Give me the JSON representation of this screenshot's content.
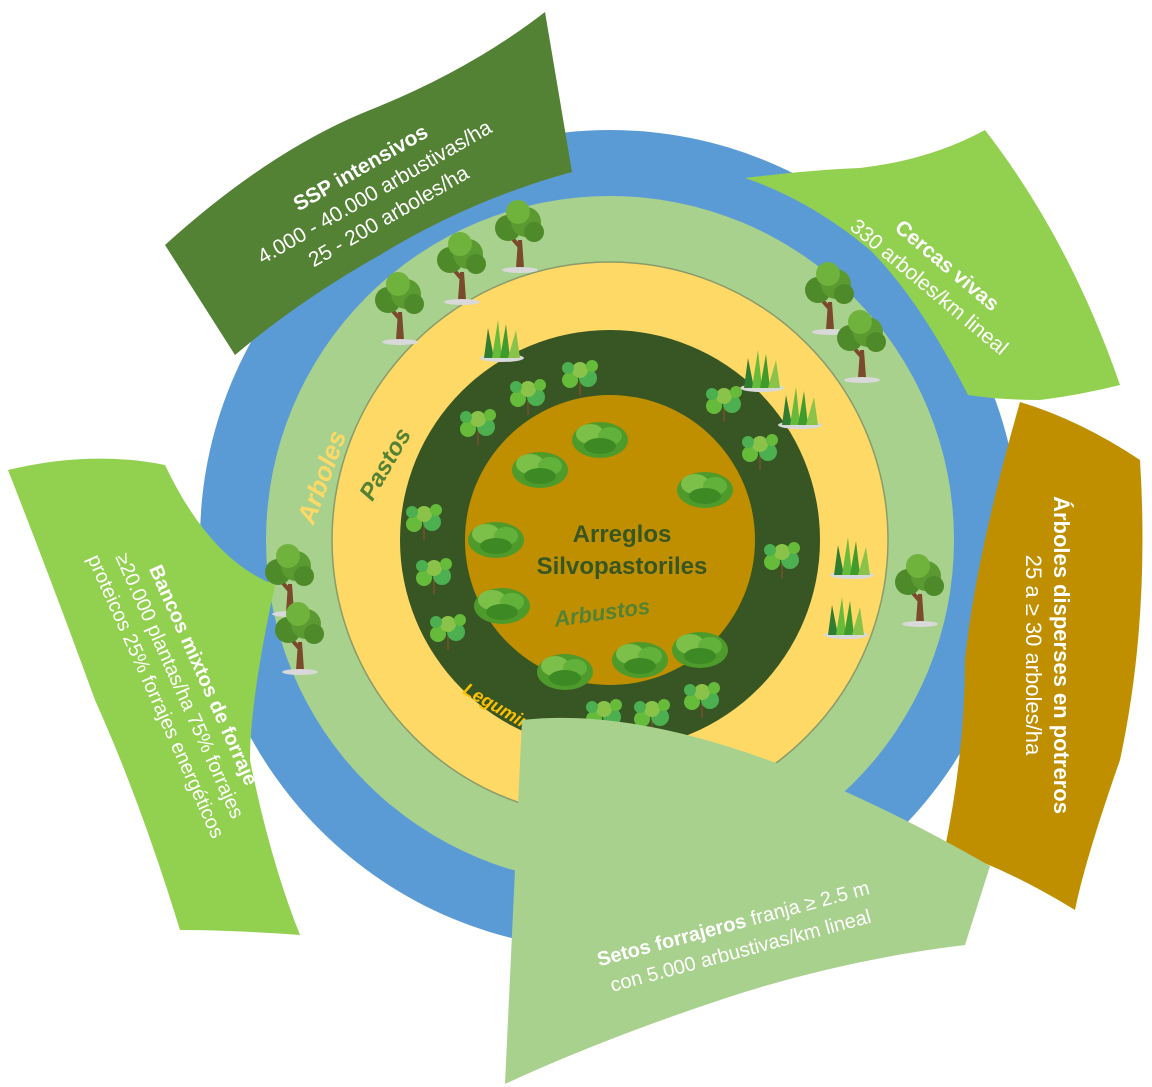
{
  "center": {
    "title_line1": "Arreglos",
    "title_line2": "Silvopastoriles"
  },
  "rings": {
    "outer_label": "Arboles",
    "grass_label": "Pastos",
    "legume_label": "Leguminosas",
    "shrub_label": "Arbustos"
  },
  "banners": {
    "ssp": {
      "title": "SSP intensivos",
      "line1": "4.000 - 40.000 arbustivas/ha",
      "line2": "25 - 200 arboles/ha"
    },
    "cercas": {
      "title": "Cercas vivas",
      "line1": "330 arboles/km lineal"
    },
    "dispersos": {
      "title": "Árboles disperses en potreros",
      "line1": "25 a ≥ 30 arboles/ha"
    },
    "setos": {
      "title": "Setos forrajeros",
      "title_rest": " franja ≥ 2.5 m",
      "line2": "con 5.000 arbustivas/km lineal"
    },
    "bancos": {
      "title": "Bancos mixtos de forraje",
      "line2": "≥20.000 plantas/ha 75% forrajes",
      "line3": "proteicos 25% forrajes energéticos"
    }
  },
  "colors": {
    "outer_blue": "#5b9bd5",
    "tree_ring": "#a9d18e",
    "grass_ring": "#ffd966",
    "legume_ring": "#375623",
    "center": "#bf8f00",
    "banner_dark_green": "#548235",
    "banner_light_green": "#92d050",
    "banner_pale_green": "#a9d18e",
    "banner_gold": "#bf8f00",
    "text_green": "#548235",
    "text_yellow": "#ffc000"
  }
}
